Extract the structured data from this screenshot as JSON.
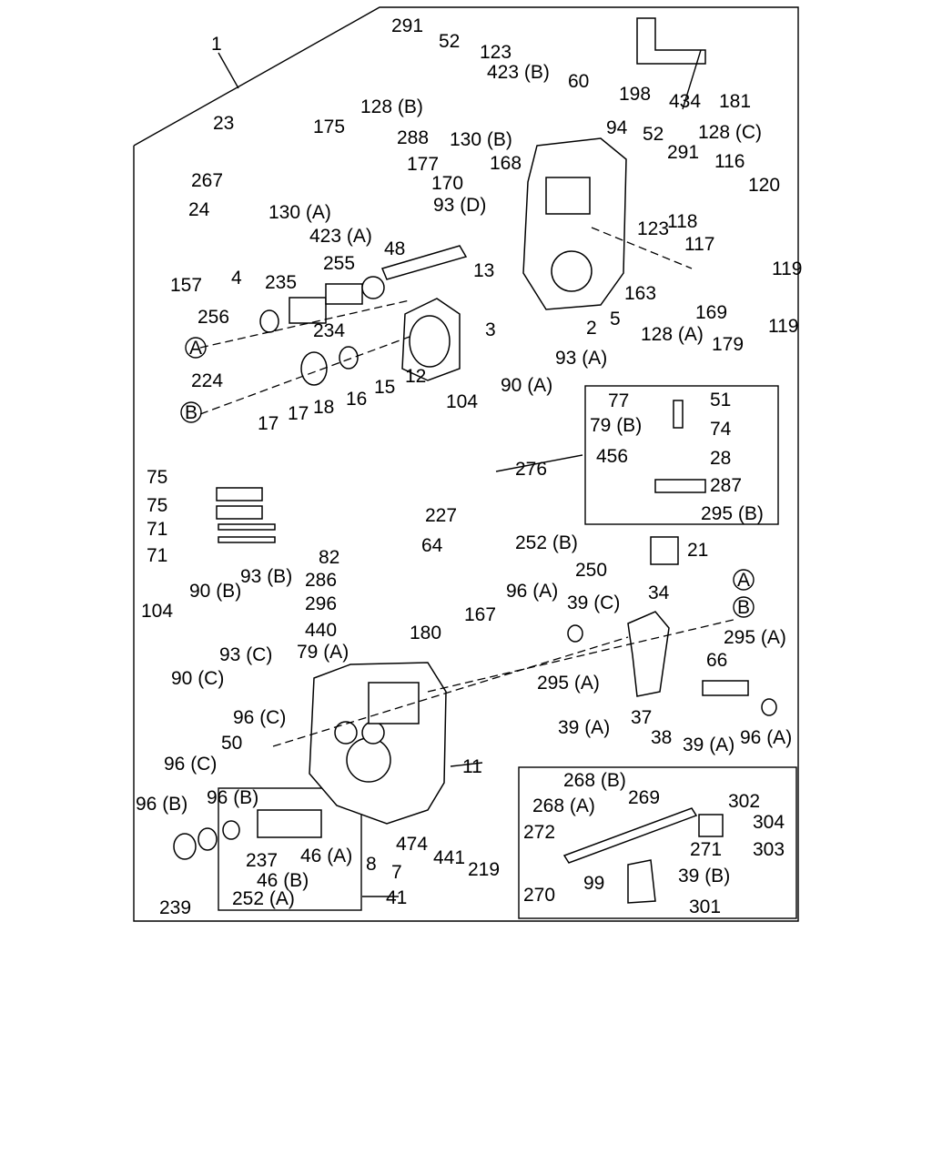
{
  "markers": {
    "a": "A",
    "b": "B"
  },
  "labels": [
    "1",
    "291",
    "52",
    "123",
    "423 (B)",
    "60",
    "198",
    "434",
    "181",
    "128 (B)",
    "288",
    "130 (B)",
    "23",
    "175",
    "267",
    "177",
    "170",
    "130 (A)",
    "93 (D)",
    "168",
    "94",
    "52",
    "291",
    "128 (C)",
    "116",
    "120",
    "24",
    "423 (A)",
    "48",
    "123",
    "118",
    "117",
    "119",
    "157",
    "4",
    "235",
    "255",
    "13",
    "3",
    "163",
    "128 (A)",
    "169",
    "179",
    "119",
    "256",
    "234",
    "2",
    "5",
    "12",
    "93 (A)",
    "224",
    "18",
    "16",
    "15",
    "104",
    "90 (A)",
    "17",
    "17",
    "77",
    "51",
    "79 (B)",
    "74",
    "456",
    "28",
    "287",
    "276",
    "295 (B)",
    "75",
    "75",
    "71",
    "71",
    "227",
    "64",
    "252 (B)",
    "21",
    "250",
    "34",
    "82",
    "286",
    "296",
    "440",
    "79 (A)",
    "104",
    "90 (B)",
    "93 (B)",
    "96 (A)",
    "39 (C)",
    "167",
    "180",
    "295 (A)",
    "66",
    "93 (C)",
    "90 (C)",
    "96 (C)",
    "295 (A)",
    "39 (A)",
    "37",
    "38",
    "39 (A)",
    "96 (A)",
    "50",
    "11",
    "96 (C)",
    "96 (B)",
    "268 (B)",
    "269",
    "268 (A)",
    "302",
    "304",
    "96 (B)",
    "272",
    "271",
    "303",
    "474",
    "441",
    "219",
    "46 (A)",
    "8",
    "7",
    "237",
    "46 (B)",
    "99",
    "39 (B)",
    "270",
    "301",
    "239",
    "252 (A)",
    "41"
  ]
}
